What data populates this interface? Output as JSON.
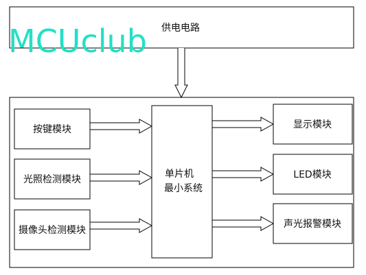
{
  "watermark": "MCUclub",
  "power": {
    "label": "供电电路"
  },
  "inputs": [
    {
      "label": "按键模块"
    },
    {
      "label": "光照检测模块"
    },
    {
      "label": "摄像头检测模块"
    }
  ],
  "mcu": {
    "line1": "单片机",
    "line2": "最小系统"
  },
  "outputs": [
    {
      "label": "显示模块"
    },
    {
      "label": "LED模块"
    },
    {
      "label": "声光报警模块"
    }
  ]
}
